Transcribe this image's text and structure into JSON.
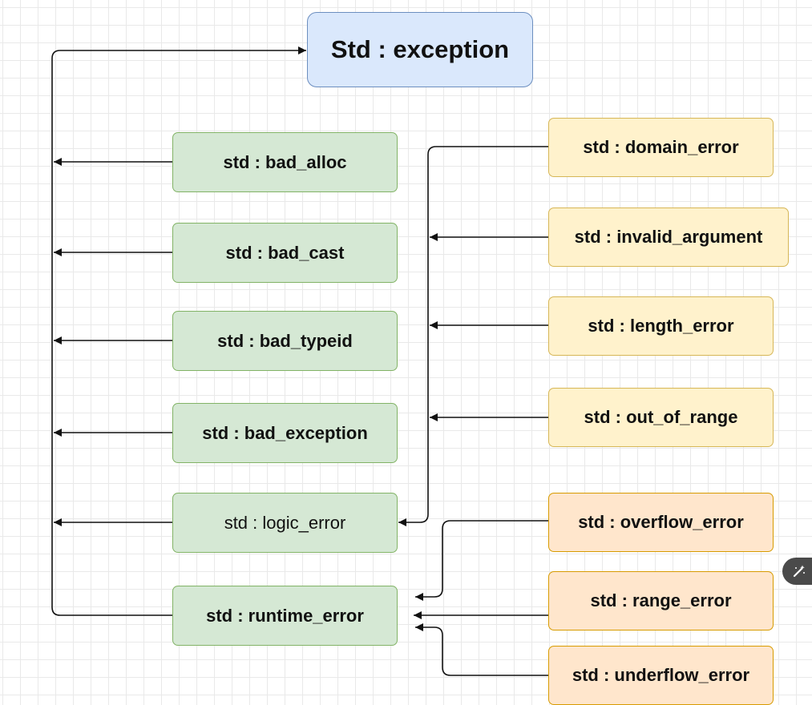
{
  "root": {
    "label": "Std : exception"
  },
  "std_children": [
    {
      "label": "std : bad_alloc"
    },
    {
      "label": "std : bad_cast"
    },
    {
      "label": "std : bad_typeid"
    },
    {
      "label": "std : bad_exception"
    },
    {
      "label": "std : logic_error"
    },
    {
      "label": "std : runtime_error"
    }
  ],
  "logic_children": [
    {
      "label": "std : domain_error"
    },
    {
      "label": "std : invalid_argument"
    },
    {
      "label": "std : length_error"
    },
    {
      "label": "std : out_of_range"
    }
  ],
  "runtime_children": [
    {
      "label": "std : overflow_error"
    },
    {
      "label": "std : range_error"
    },
    {
      "label": "std : underflow_error"
    }
  ],
  "colors": {
    "root_fill": "#dae8fc",
    "root_stroke": "#6c8ebf",
    "green_fill": "#d5e8d4",
    "green_stroke": "#82b366",
    "yellow_fill": "#fff2cc",
    "yellow_stroke": "#d6b656",
    "orange_fill": "#ffe6cc",
    "orange_stroke": "#d79b00",
    "edge": "#111111"
  }
}
